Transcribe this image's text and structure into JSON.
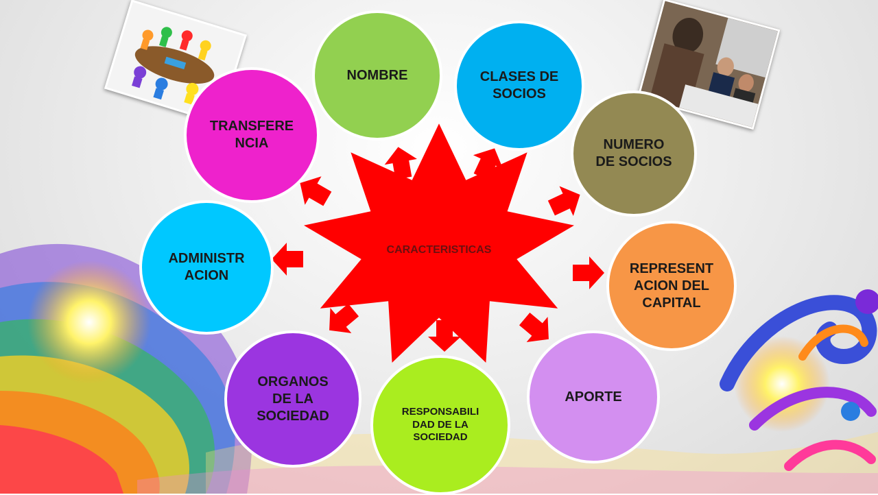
{
  "diagram": {
    "center": {
      "label": "CARACTERISTICAS",
      "color": "#ff0000"
    },
    "nodes": [
      {
        "id": "nombre",
        "label": "NOMBRE",
        "color": "#92d050"
      },
      {
        "id": "clases-de-socios",
        "label": "CLASES DE SOCIOS",
        "color": "#00b0f0"
      },
      {
        "id": "numero-de-socios",
        "label": "NUMERO DE SOCIOS",
        "color": "#938953"
      },
      {
        "id": "representacion-del-capital",
        "label": "REPRESENT ACION DEL CAPITAL",
        "color": "#f79646"
      },
      {
        "id": "aporte",
        "label": "APORTE",
        "color": "#d38ff0"
      },
      {
        "id": "responsabilidad-de-la-sociedad",
        "label": "RESPONSABILI DAD DE LA SOCIEDAD",
        "color": "#aaed1f"
      },
      {
        "id": "organos-de-la-sociedad",
        "label": "ORGANOS DE LA SOCIEDAD",
        "color": "#9b35e0"
      },
      {
        "id": "administracion",
        "label": "ADMINISTR ACION",
        "color": "#00c8ff"
      },
      {
        "id": "transferencia",
        "label": "TRANSFERE NCIA",
        "color": "#ee22cc"
      }
    ],
    "arrow_color": "#ff0000"
  },
  "images": [
    {
      "name": "meeting-table-clipart",
      "subject": "3D figures around a meeting table"
    },
    {
      "name": "meeting-photo",
      "subject": "people seated at a meeting"
    }
  ]
}
